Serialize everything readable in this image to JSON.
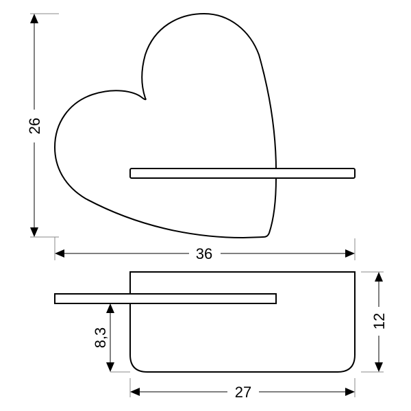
{
  "front_view": {
    "height_label": "26",
    "width_label": "36"
  },
  "top_view": {
    "shelf_height_label": "8,3",
    "depth_label": "12",
    "width_label": "27"
  }
}
